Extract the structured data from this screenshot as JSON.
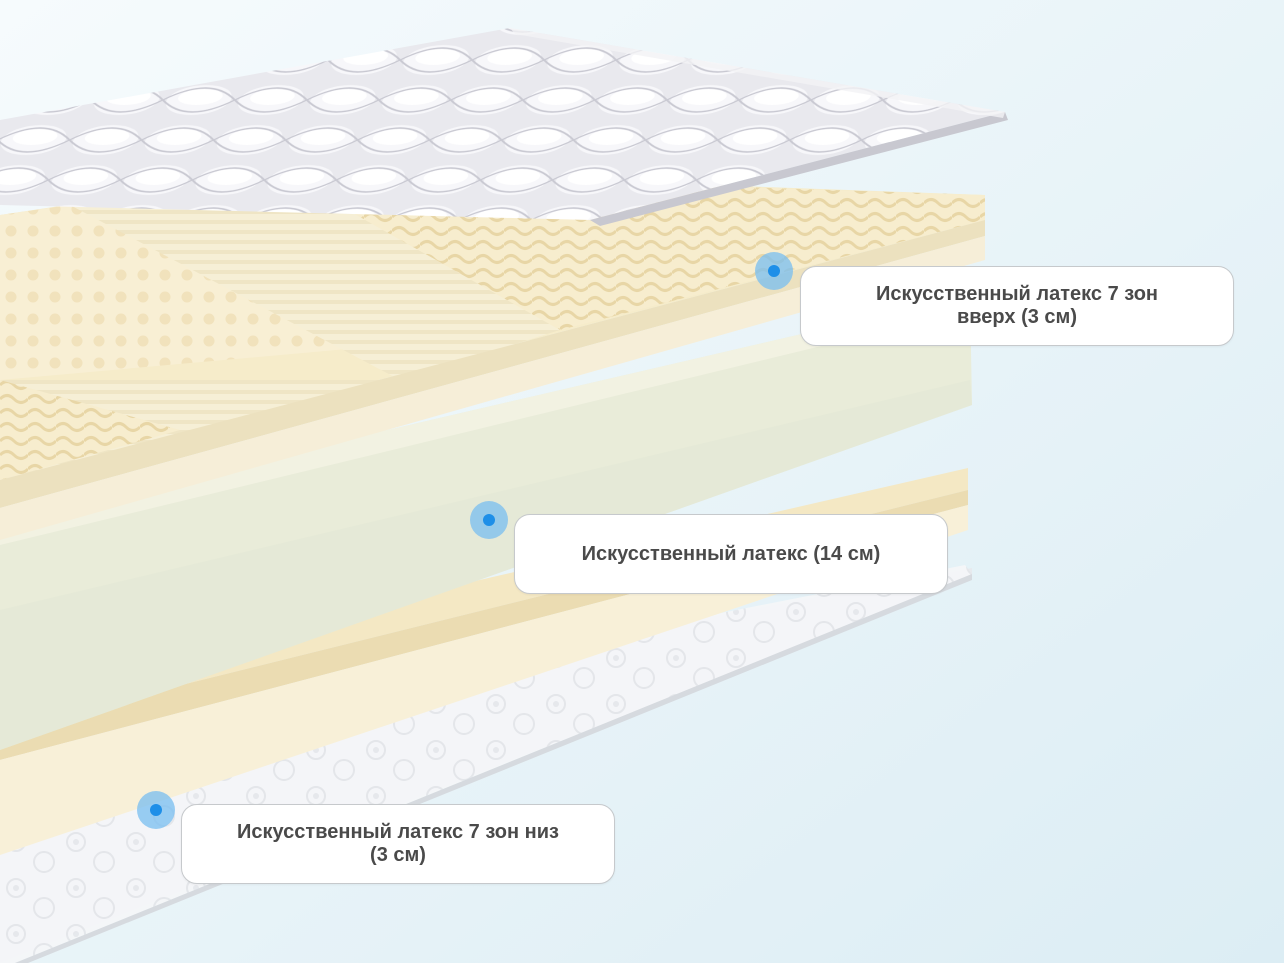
{
  "colors": {
    "background_top": "#f4fafc",
    "background_bottom": "#dff0f6",
    "top_cover": "#e6e6ea",
    "latex_zone_layer": "#f5eccb",
    "core_layer": "#eff0dc",
    "bottom_zone_layer": "#f6eac8",
    "bottom_cover": "#f2f4f6",
    "marker": "#1e8fe8",
    "label_text": "#4a4a4a"
  },
  "layers": [
    {
      "id": "top",
      "label": "Искусственный латекс 7 зон вверх (3 см)",
      "label_lines": [
        "Искусственный латекс 7 зон",
        "вверх (3 см)"
      ]
    },
    {
      "id": "core",
      "label": "Искусственный латекс (14 см)",
      "label_lines": [
        "Искусственный латекс (14 см)"
      ]
    },
    {
      "id": "bottom",
      "label": "Искусственный латекс 7 зон низ (3 см)",
      "label_lines": [
        "Искусственный латекс 7 зон низ",
        "(3 см)"
      ]
    }
  ]
}
